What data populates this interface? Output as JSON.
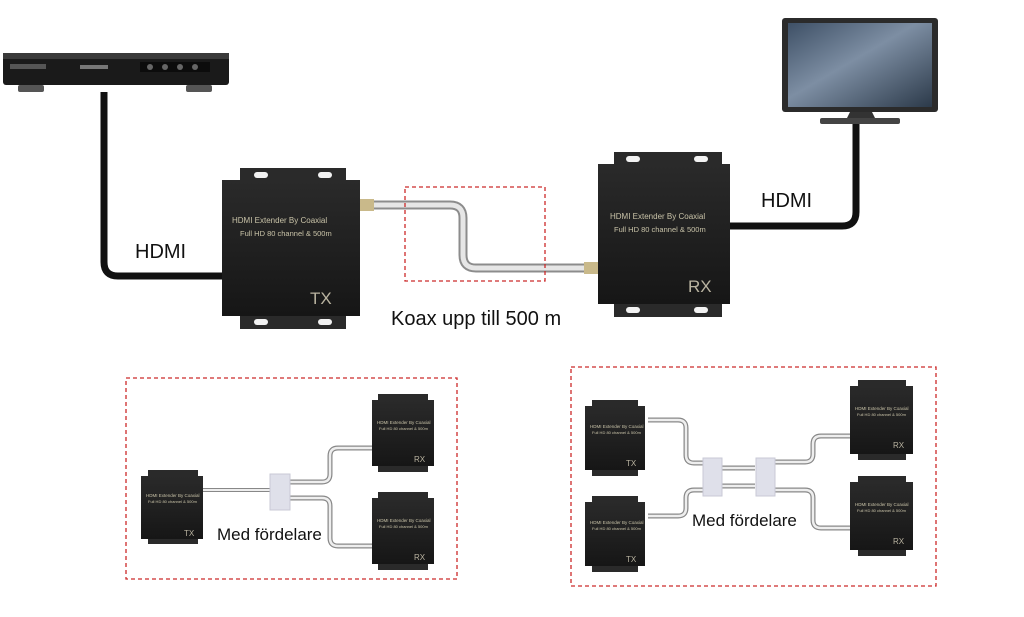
{
  "labels": {
    "hdmi_left": "HDMI",
    "hdmi_right": "HDMI",
    "coax": "Koax upp till 500 m",
    "splitter_left": "Med fördelare",
    "splitter_right": "Med fördelare"
  },
  "device": {
    "line1": "HDMI Extender By Coaxial",
    "line2": "Full HD 80 channel & 500m",
    "tx": "TX",
    "rx": "RX"
  },
  "colors": {
    "cable": "#111111",
    "coax": "#9a9a9a",
    "dashed_box": "#cc2a2a",
    "device": "#1e1e1e",
    "splitter": "#dfe0ea"
  }
}
